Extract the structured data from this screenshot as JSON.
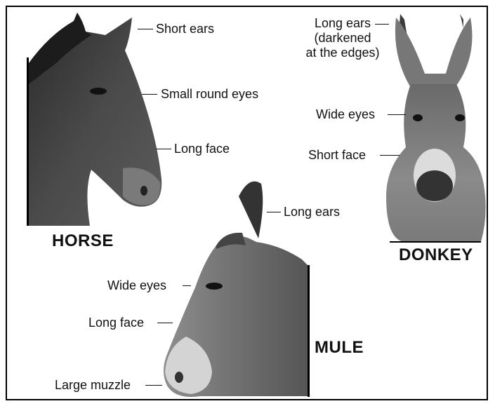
{
  "animals": {
    "horse": {
      "title": "HORSE",
      "labels": {
        "ears": "Short ears",
        "eyes": "Small round eyes",
        "face": "Long face"
      }
    },
    "donkey": {
      "title": "DONKEY",
      "labels": {
        "ears_line1": "Long ears",
        "ears_line2": "(darkened",
        "ears_line3": "at the edges)",
        "eyes": "Wide eyes",
        "face": "Short face"
      }
    },
    "mule": {
      "title": "MULE",
      "labels": {
        "ears": "Long ears",
        "eyes": "Wide eyes",
        "face": "Long face",
        "muzzle": "Large muzzle"
      }
    }
  },
  "colors": {
    "background": "#ffffff",
    "text": "#111111",
    "border": "#000000"
  }
}
